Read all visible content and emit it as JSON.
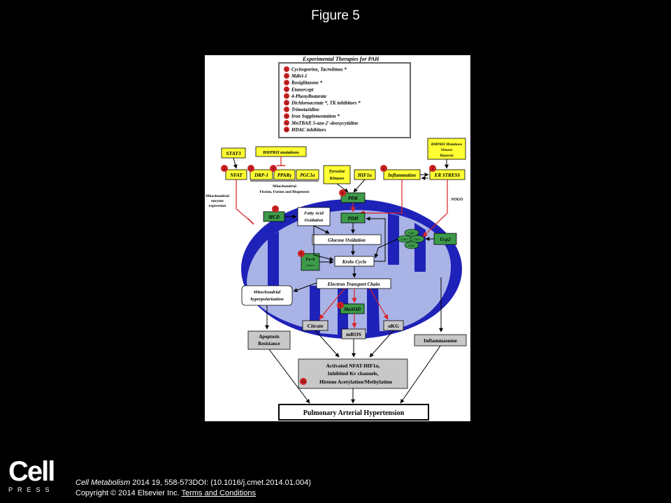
{
  "slide": {
    "title": "Figure 5"
  },
  "figure": {
    "therapies_title": "Experimental Therapies for PAH",
    "therapies": [
      {
        "num": "1",
        "text": "Cyclosporine, Tacrolimus *"
      },
      {
        "num": "2",
        "text": "Mdivi-1"
      },
      {
        "num": "3",
        "text": "Rosiglitazone *"
      },
      {
        "num": "4",
        "text": "Etanercept"
      },
      {
        "num": "5",
        "text": "4-Phenylbutarate"
      },
      {
        "num": "6",
        "text": "Dichloroacetate *, TK inhibitors *"
      },
      {
        "num": "7",
        "text": "Trimetazidine"
      },
      {
        "num": "8",
        "text": "Iron Supplementation *"
      },
      {
        "num": "9",
        "text": "MnTBAP, 5-aza-2'-deoxycytidine"
      },
      {
        "num": "10",
        "text": "HDAC inhibitors"
      }
    ],
    "nodes": {
      "stat3": "STAT3",
      "bmprii": "BMPRII mutations",
      "bmprii_viruses_1": "BMPRII Mutations",
      "bmprii_viruses_2": "Viruses",
      "bmprii_viruses_3": "Hypoxia",
      "nfat": "NFAT",
      "drp1": "DRP-1",
      "ppar": "PPARγ",
      "pgc1a": "PGC1α",
      "tyrosine_1": "Tyrosine",
      "tyrosine_2": "Kinases",
      "hif1a": "HIF1α",
      "inflammation": "Inflammation",
      "er_stress": "ER STRESS",
      "mito_fission_1": "Mitochondrial",
      "mito_fission_2": "Fission, Fusion and Biogenesis",
      "mito_enzyme_1": "Mitochondrial",
      "mito_enzyme_2": "enzyme",
      "mito_enzyme_3": "expression",
      "nogo": "NOGO",
      "pdk": "PDK",
      "fatty_acid_1": "Fatty Acid",
      "fatty_acid_2": "Oxidation",
      "mcd": "MCD",
      "pdh": "PDH",
      "glucose": "Glucose  Oxidation",
      "ca": "Ca2+",
      "ucp2": "Ucp2",
      "fes": "Fe-S",
      "fes_sub": "clusters",
      "krebs": "Krebs Cycle",
      "etc": "Electron Transport Chain",
      "hyperpol_1": "Mitochondrial",
      "hyperpol_2": "hyperpolarization",
      "mnsod": "MnSOD",
      "citrate": "Citrate",
      "mros": "mROS",
      "akg": "αKG",
      "apoptosis_1": "Apoptosis",
      "apoptosis_2": "Resistance",
      "inflammasome": "Inflammasome",
      "activated_1": "Activated NFAT-HIF1α,",
      "activated_2": "Inhibited Kv channels,",
      "activated_3": "Histone Acetylation/Methylation",
      "pah": "Pulmonary Arterial Hypertension"
    }
  },
  "citation": {
    "journal": "Cell Metabolism",
    "details": " 2014 19, 558-573DOI: (10.1016/j.cmet.2014.01.004)",
    "copyright": "Copyright © 2014 Elsevier Inc.",
    "link": "Terms and Conditions"
  },
  "logo": {
    "word": "Cell",
    "sub": "PRESS"
  },
  "colors": {
    "yellow_box": "#ffff33",
    "green_box": "#3d9a4a",
    "mito_outer": "#1f22b8",
    "mito_inner": "#a9b3e6",
    "therapy_marker": "#cc2222",
    "gray_box": "#c8c8c8"
  }
}
